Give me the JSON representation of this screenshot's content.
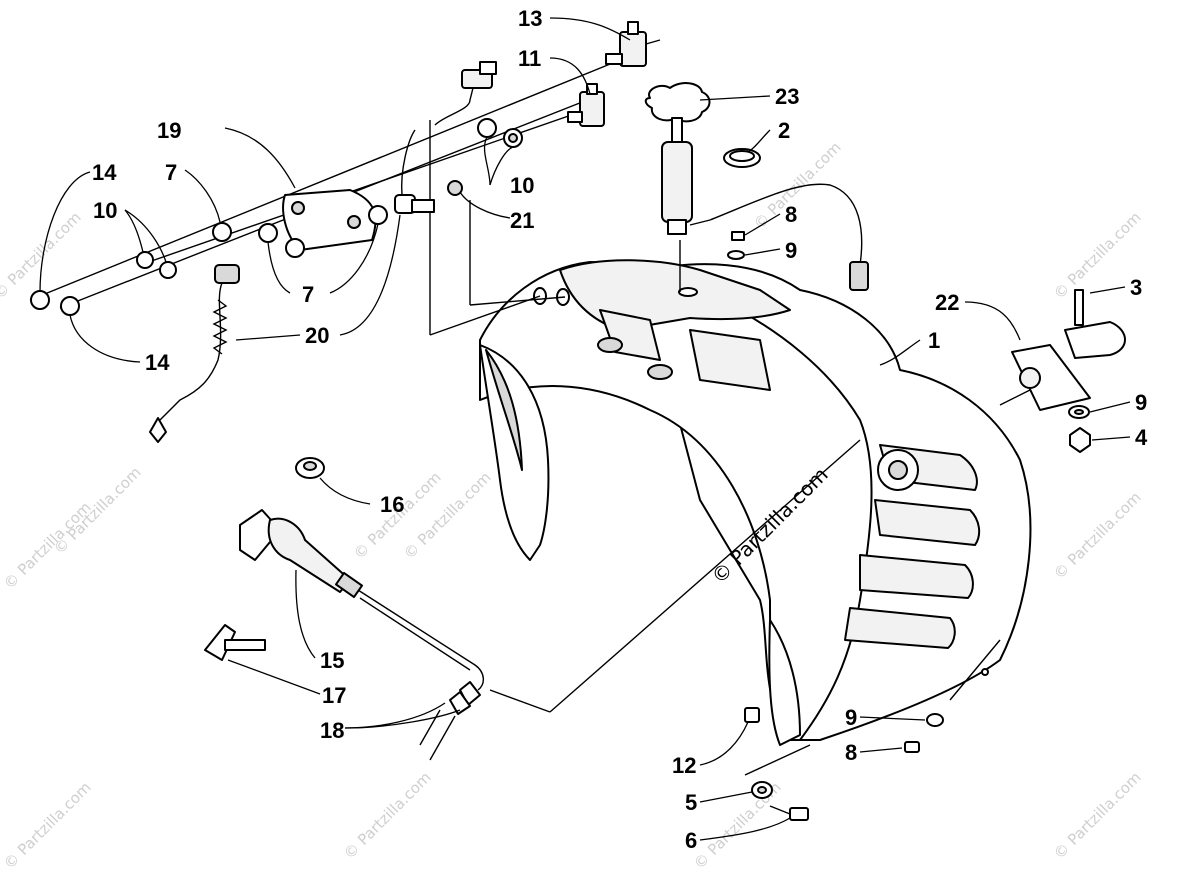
{
  "diagram": {
    "callouts": {
      "c1": "1",
      "c2": "2",
      "c3": "3",
      "c4": "4",
      "c5": "5",
      "c6": "6",
      "c7a": "7",
      "c7b": "7",
      "c8a": "8",
      "c8b": "8",
      "c9a": "9",
      "c9b": "9",
      "c9c": "9",
      "c10a": "10",
      "c10b": "10",
      "c11": "11",
      "c12": "12",
      "c13": "13",
      "c14a": "14",
      "c14b": "14",
      "c15": "15",
      "c16": "16",
      "c17": "17",
      "c18": "18",
      "c19": "19",
      "c20": "20",
      "c21": "21",
      "c22": "22",
      "c23": "23"
    },
    "watermark": "© Partzilla.com",
    "center_watermark": "© Partzilla.com"
  }
}
